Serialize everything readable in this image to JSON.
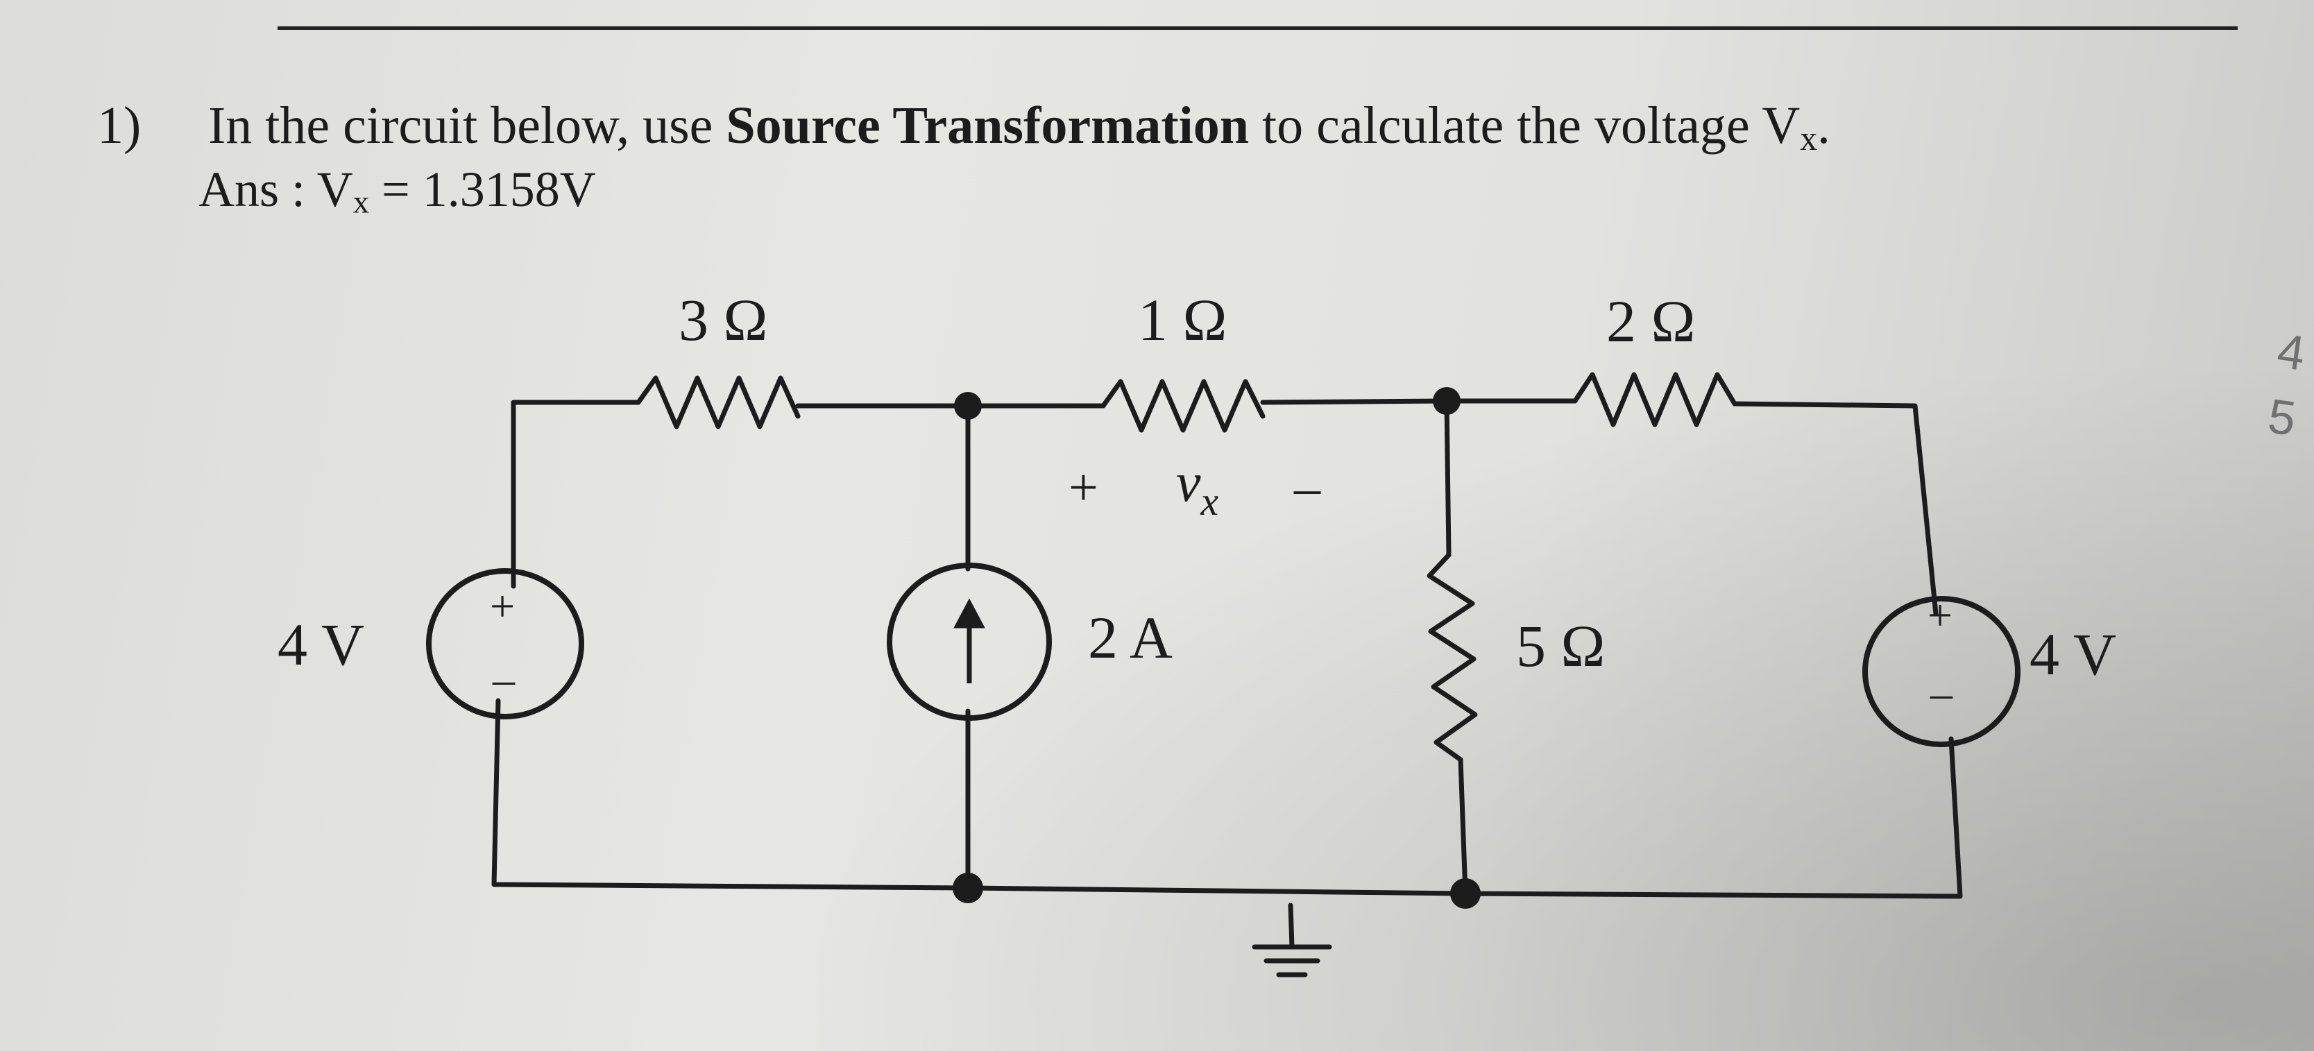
{
  "question": {
    "number": "1)",
    "text_before": "In the circuit below, use ",
    "text_bold": "Source Transformation",
    "text_after": " to calculate the voltage V",
    "subscript": "x",
    "end": "."
  },
  "answer": {
    "prefix": "Ans : V",
    "subscript": "x",
    "value": " = 1.3158V"
  },
  "circuit": {
    "r_left": "3 Ω",
    "r_mid": "1 Ω",
    "r_right": "2 Ω",
    "r_shunt": "5 Ω",
    "v_left": "4 V",
    "v_right": "4 V",
    "i_source": "2 A",
    "vx_plus": "+",
    "vx_label": "v",
    "vx_sub": "x",
    "vx_minus": "–",
    "src_plus": "+",
    "src_minus": "–"
  },
  "margin_marks": [
    "4",
    "5"
  ]
}
